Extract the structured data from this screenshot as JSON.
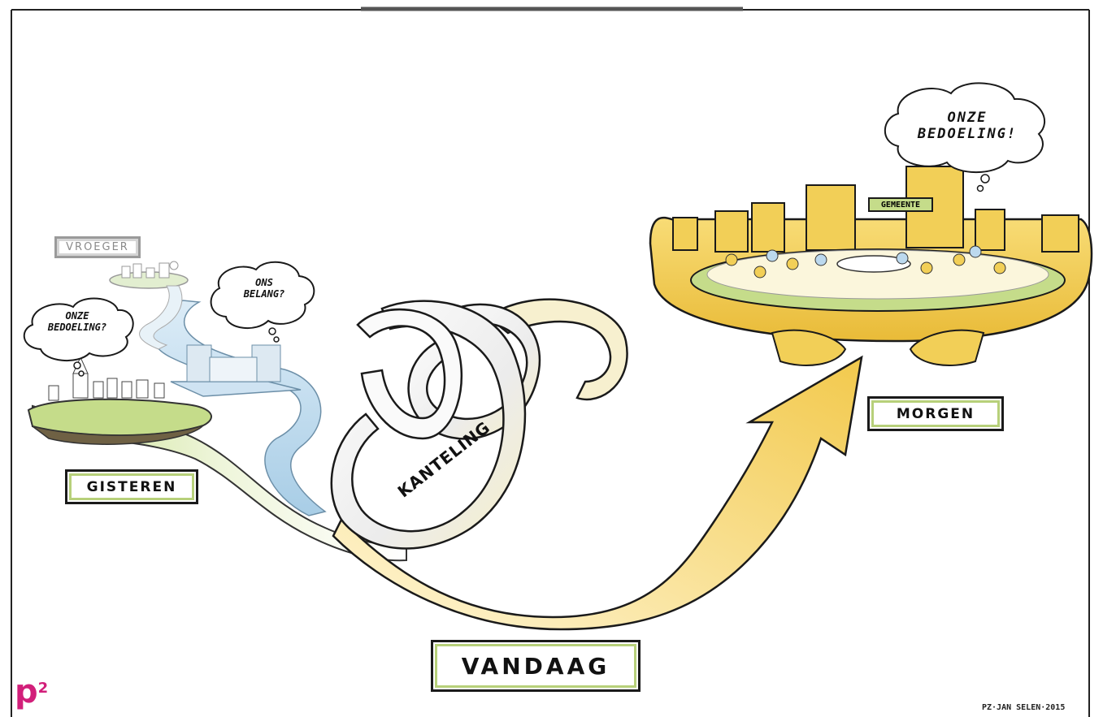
{
  "labels": {
    "vroeger": "VROEGER",
    "gisteren": "GISTEREN",
    "vandaag": "VANDAAG",
    "morgen": "MORGEN",
    "kanteling": "KANTELING",
    "gemeente": "GEMEENTE"
  },
  "clouds": {
    "left_line1": "ONZE",
    "left_line2": "BEDOELING?",
    "middle_line1": "ONS",
    "middle_line2": "BELANG?",
    "right_line1": "ONZE",
    "right_line2": "BEDOELING!"
  },
  "logo": {
    "letter": "p",
    "superscript": "2"
  },
  "credit": "PZ·JAN SELEN·2015",
  "colors": {
    "green": "#b7d07a",
    "yellow": "#f2cf57",
    "blue": "#bcd9ee",
    "magenta": "#d21f7a",
    "ink": "#1a1a1a"
  }
}
